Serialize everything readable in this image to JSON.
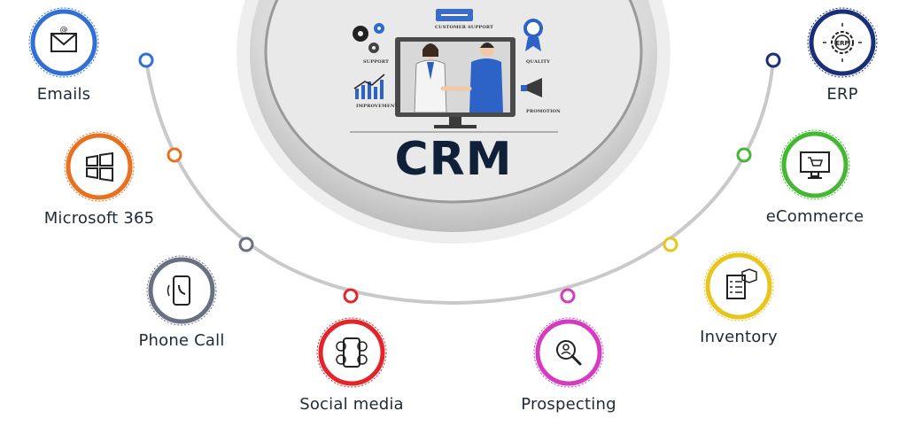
{
  "hub": {
    "title": "CRM",
    "annotations": {
      "support": "SUPPORT",
      "customer_support": "CUSTOMER SUPPORT",
      "quality": "QUALITY",
      "improvement": "IMPROVEMENT",
      "promotion": "PROMOTION"
    }
  },
  "integrations": [
    {
      "id": "emails",
      "label": "Emails",
      "color": "#2f6fd6",
      "icon": "envelope-icon"
    },
    {
      "id": "microsoft-365",
      "label": "Microsoft 365",
      "color": "#e8701f",
      "icon": "windows-icon"
    },
    {
      "id": "phone-call",
      "label": "Phone Call",
      "color": "#6b7080",
      "icon": "phone-icon"
    },
    {
      "id": "social-media",
      "label": "Social media",
      "color": "#e3242b",
      "icon": "social-icon"
    },
    {
      "id": "prospecting",
      "label": "Prospecting",
      "color": "#d63bbf",
      "icon": "magnifier-user-icon"
    },
    {
      "id": "inventory",
      "label": "Inventory",
      "color": "#e7c51c",
      "icon": "clipboard-box-icon"
    },
    {
      "id": "ecommerce",
      "label": "eCommerce",
      "color": "#45b833",
      "icon": "cart-monitor-icon"
    },
    {
      "id": "erp",
      "label": "ERP",
      "color": "#1a2f7a",
      "icon": "erp-gear-icon"
    }
  ]
}
